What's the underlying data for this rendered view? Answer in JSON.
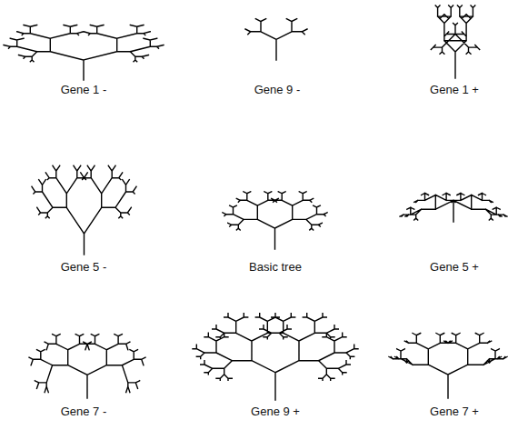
{
  "diagram": {
    "labels": [
      "Gene 1 -",
      "Gene 9 -",
      "Gene 1 +",
      "Gene 5 -",
      "Basic tree",
      "Gene 5 +",
      "Gene 7 -",
      "Gene 9 +",
      "Gene 7 +"
    ]
  }
}
